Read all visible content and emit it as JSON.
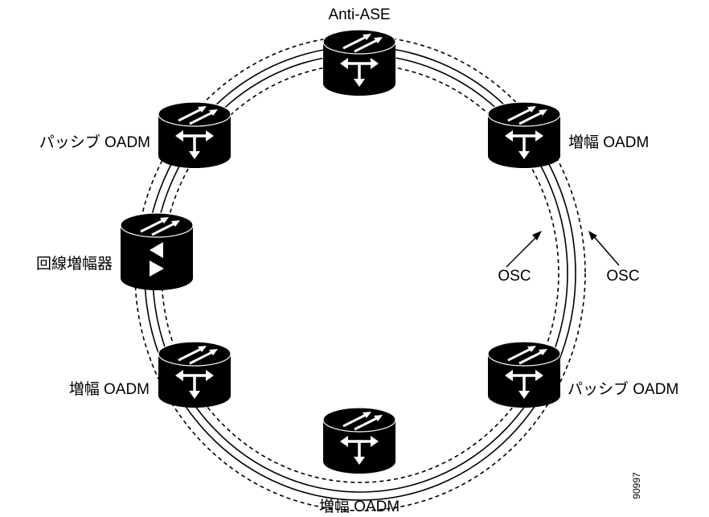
{
  "diagram": {
    "labels": {
      "top": "Anti-ASE",
      "upper_left": "パッシブ OADM",
      "upper_right": "増幅 OADM",
      "mid_left": "回線増幅器",
      "lower_left": "増幅 OADM",
      "lower_right": "パッシブ OADM",
      "bottom": "増幅 OADM",
      "osc_inner": "OSC",
      "osc_outer": "OSC"
    },
    "figure_number": "90997",
    "nodes": [
      {
        "id": "anti-ase",
        "kind": "oadm"
      },
      {
        "id": "amplified-oadm-upper-right",
        "kind": "oadm"
      },
      {
        "id": "passive-oadm-lower-right",
        "kind": "oadm"
      },
      {
        "id": "amplified-oadm-bottom",
        "kind": "oadm"
      },
      {
        "id": "amplified-oadm-lower-left",
        "kind": "oadm"
      },
      {
        "id": "line-amplifier",
        "kind": "amplifier"
      },
      {
        "id": "passive-oadm-upper-left",
        "kind": "oadm"
      }
    ],
    "colors": {
      "node_fill": "#000000",
      "symbol": "#ffffff",
      "line": "#000000",
      "background": "#ffffff"
    }
  }
}
